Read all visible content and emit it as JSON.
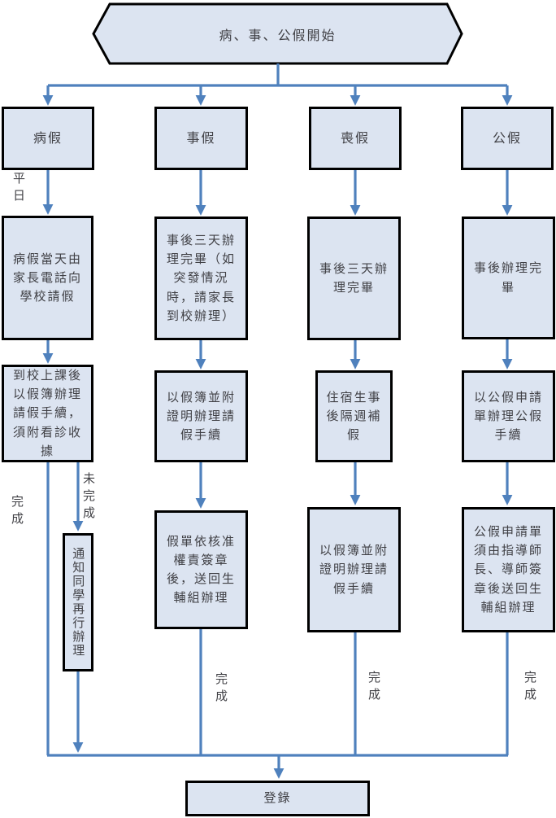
{
  "colors": {
    "box_fill": "#dce4f1",
    "box_border": "#000000",
    "connector": "#4f81bd",
    "text": "#404045"
  },
  "start": {
    "label": "病、事、公假開始"
  },
  "columns": [
    {
      "header": "病假",
      "branch_label": "平日",
      "steps": [
        "病假當天由家長電話向學校請假",
        "到校上課後以假簿辦理請假手續，須附看診收據"
      ],
      "complete_label": "完成",
      "incomplete_label": "未完成",
      "retry_step": "通知同學再行辦理"
    },
    {
      "header": "事假",
      "steps": [
        "事後三天辦理完畢（如突發情況時，請家長到校辦理）",
        "以假簿並附證明辦理請假手續",
        "假單依核准權責簽章後，送回生輔組辦理"
      ],
      "complete_label": "完成"
    },
    {
      "header": "喪假",
      "steps": [
        "事後三天辦理完畢",
        "住宿生事後隔週補假",
        "以假簿並附證明辦理請假手續"
      ],
      "complete_label": "完成"
    },
    {
      "header": "公假",
      "steps": [
        "事後辦理完畢",
        "以公假申請單辦理公假手續",
        "公假申請單須由指導師長、導師簽章後送回生輔組辦理"
      ],
      "complete_label": "完成"
    }
  ],
  "end": {
    "label": "登錄"
  }
}
